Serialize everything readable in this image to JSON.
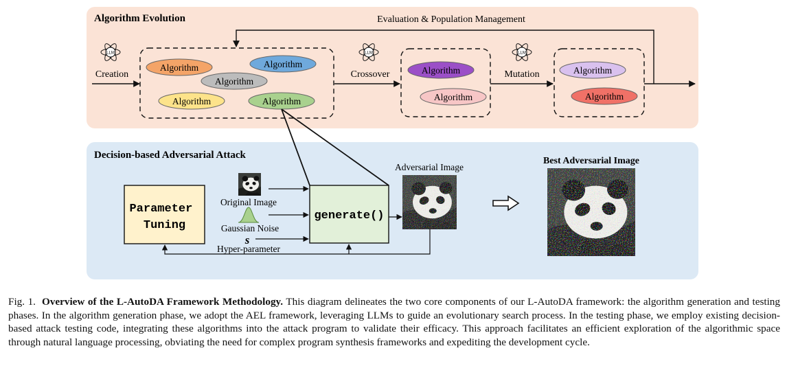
{
  "evolution": {
    "title": "Algorithm Evolution",
    "eval_label": "Evaluation & Population Management",
    "llm_badge": "LLM",
    "creation_label": "Creation",
    "crossover_label": "Crossover",
    "mutation_label": "Mutation",
    "population": [
      "Algorithm",
      "Algorithm",
      "Algorithm",
      "Algorithm",
      "Algorithm"
    ],
    "crossover_out": [
      "Algorithm",
      "Algorithm"
    ],
    "mutation_out": [
      "Algorithm",
      "Algorithm"
    ],
    "colors": {
      "panel": "#fbe3d6",
      "orange": "#f4a468",
      "blue": "#6fa9dc",
      "gray": "#bcbcbc",
      "yellow": "#fde38a",
      "green": "#a9d18e",
      "purple": "#9b4fc7",
      "pink": "#f7c6c6",
      "lavender": "#d9c1ee",
      "red": "#f07167"
    }
  },
  "attack": {
    "title": "Decision-based Adversarial Attack",
    "param_tuning": "Parameter Tuning",
    "original_image": "Original Image",
    "gaussian_noise": "Gaussian Noise",
    "s_symbol": "s",
    "hyper_parameter": "Hyper-parameter",
    "generate": "generate()",
    "adversarial_image": "Adversarial Image",
    "best_adversarial_image": "Best Adversarial Image",
    "colors": {
      "panel": "#dce9f5",
      "param_box": "#fff2cc",
      "generate_box": "#e2f0d9"
    }
  },
  "caption": {
    "label": "Fig. 1.",
    "bold": "Overview of the L-AutoDA Framework Methodology.",
    "text": "This diagram delineates the two core components of our L-AutoDA framework: the algorithm generation and testing phases. In the algorithm generation phase, we adopt the AEL framework, leveraging LLMs to guide an evolutionary search process. In the testing phase, we employ existing decision-based attack testing code, integrating these algorithms into the attack program to validate their efficacy. This approach facilitates an efficient exploration of the algorithmic space through natural language processing, obviating the need for complex program synthesis frameworks and expediting the development cycle."
  }
}
